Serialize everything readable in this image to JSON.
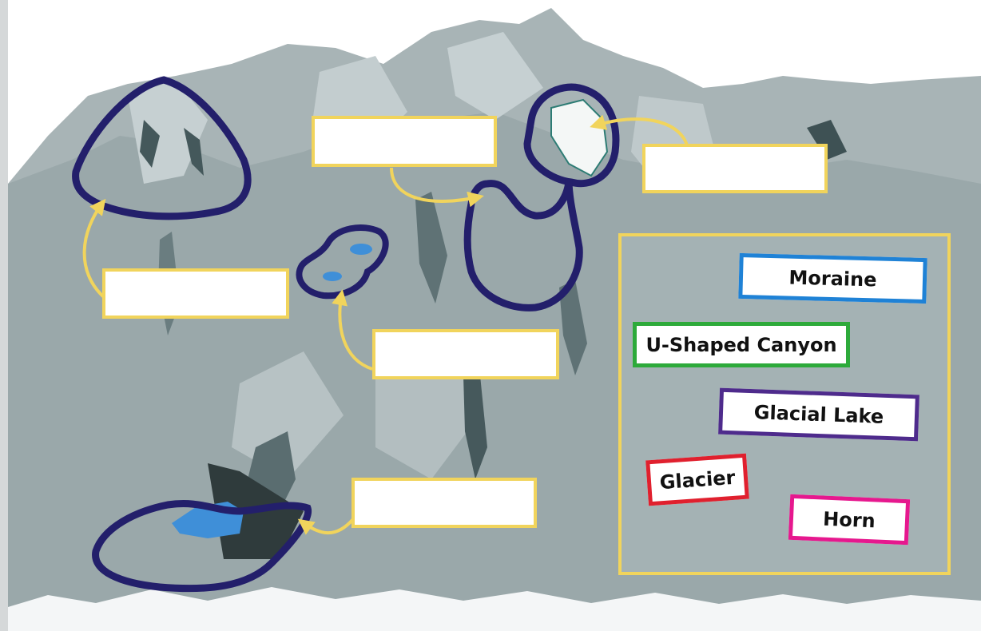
{
  "terms": [
    {
      "id": "moraine",
      "label": "Moraine",
      "color": "#1f82d6"
    },
    {
      "id": "u-shaped-canyon",
      "label": "U-Shaped Canyon",
      "color": "#2daa3a"
    },
    {
      "id": "glacial-lake",
      "label": "Glacial Lake",
      "color": "#4e2b8c"
    },
    {
      "id": "glacier",
      "label": "Glacier",
      "color": "#e0202e"
    },
    {
      "id": "horn",
      "label": "Horn",
      "color": "#e6188e"
    }
  ],
  "drop_zones": [
    {
      "id": "1",
      "value": ""
    },
    {
      "id": "2",
      "value": ""
    },
    {
      "id": "3",
      "value": ""
    },
    {
      "id": "4",
      "value": ""
    },
    {
      "id": "5",
      "value": ""
    },
    {
      "id": "6",
      "value": ""
    }
  ],
  "colors": {
    "outline": "#231f6b",
    "arrow": "#f1d45c",
    "mountain_light": "#bfc9cb",
    "mountain_mid": "#9eabad",
    "mountain_dark": "#5e7275",
    "water": "#3f8fd8"
  }
}
